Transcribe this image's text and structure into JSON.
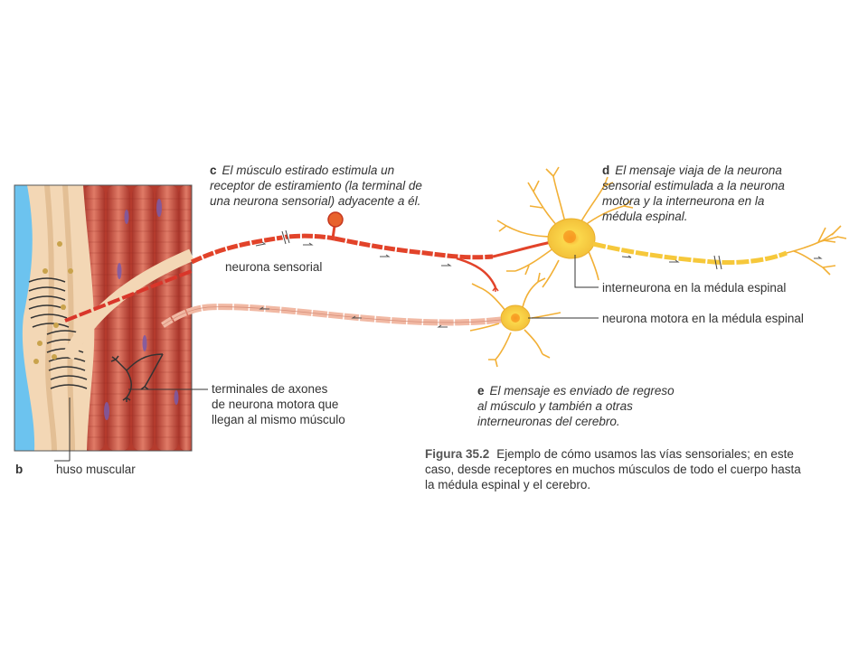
{
  "panel_b": {
    "letter": "b",
    "label": "huso muscular"
  },
  "panel_c": {
    "letter": "c",
    "lines": [
      "El músculo estirado estimula un",
      "receptor de estiramiento (la terminal de",
      "una neurona sensorial) adyacente a él."
    ]
  },
  "panel_d": {
    "letter": "d",
    "lines": [
      "El mensaje viaja de la neurona",
      "sensorial estimulada a la neurona",
      "motora y la interneurona en la",
      "médula espinal."
    ]
  },
  "panel_e": {
    "letter": "e",
    "lines": [
      "El mensaje es enviado de regreso",
      "al músculo y también a otras",
      "interneuronas del cerebro."
    ]
  },
  "labels": {
    "sensory_neuron": "neurona sensorial",
    "interneuron": "interneurona en la médula espinal",
    "motor_neuron": "neurona motora en la médula espinal",
    "axon_terminals": [
      "terminales de axones",
      "de neurona motora que",
      "llegan al mismo músculo"
    ]
  },
  "caption": {
    "label": "Figura 35.2",
    "lines": [
      "Ejemplo de cómo usamos las vías sensoriales; en este",
      "caso, desde receptores en muchos músculos de todo el cuerpo hasta",
      "la médula espinal y el cerebro."
    ]
  },
  "colors": {
    "sky": "#6cc3ef",
    "muscle": "#c84a3a",
    "sensory": "#e2432a",
    "motor_axon": "#f1b9a4",
    "neuron_yellow": "#f6c83b"
  }
}
